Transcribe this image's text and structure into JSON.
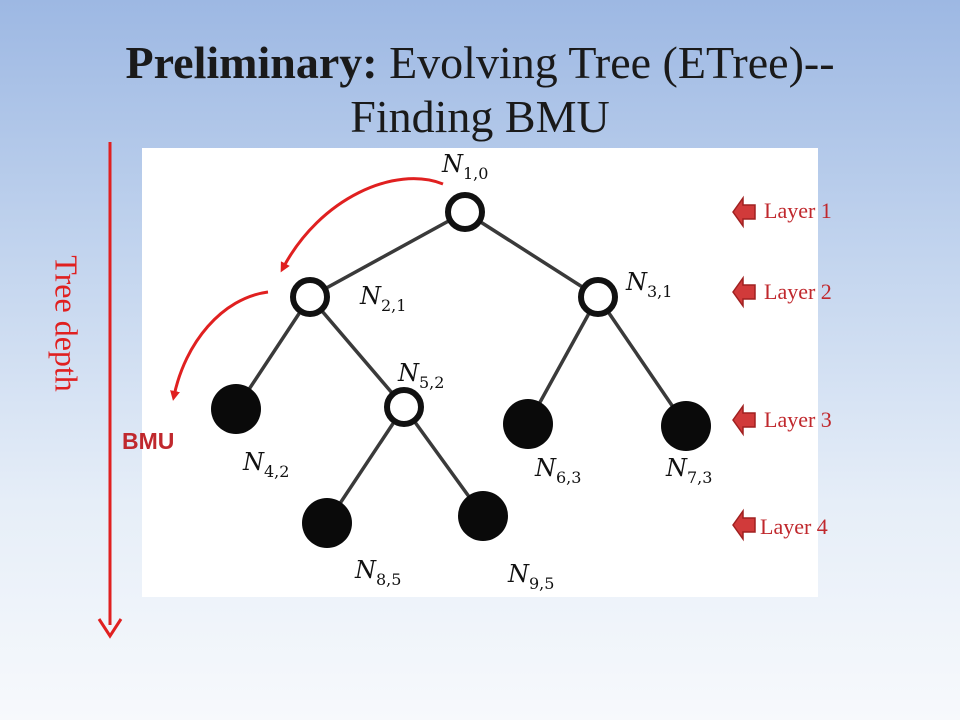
{
  "slide": {
    "title_bold": "Preliminary:",
    "title_line1": "Evolving Tree (ETree)--",
    "title_line2": "Finding BMU",
    "axis_label": "Tree depth",
    "bmu_label": "BMU",
    "accent_color": "#e02020"
  },
  "layers": [
    {
      "label": "Layer 1"
    },
    {
      "label": "Layer 2"
    },
    {
      "label": "Layer 3"
    },
    {
      "label": "Layer 4"
    }
  ],
  "nodes": [
    {
      "id": "1,0",
      "sub": "1,0",
      "type": "open"
    },
    {
      "id": "2,1",
      "sub": "2,1",
      "type": "open"
    },
    {
      "id": "3,1",
      "sub": "3,1",
      "type": "open"
    },
    {
      "id": "4,2",
      "sub": "4,2",
      "type": "filled"
    },
    {
      "id": "5,2",
      "sub": "5,2",
      "type": "open"
    },
    {
      "id": "6,3",
      "sub": "6,3",
      "type": "filled"
    },
    {
      "id": "7,3",
      "sub": "7,3",
      "type": "filled"
    },
    {
      "id": "8,5",
      "sub": "8,5",
      "type": "filled"
    },
    {
      "id": "9,5",
      "sub": "9,5",
      "type": "filled"
    }
  ],
  "edges": [
    [
      "1,0",
      "2,1"
    ],
    [
      "1,0",
      "3,1"
    ],
    [
      "2,1",
      "4,2"
    ],
    [
      "2,1",
      "5,2"
    ],
    [
      "3,1",
      "6,3"
    ],
    [
      "3,1",
      "7,3"
    ],
    [
      "5,2",
      "8,5"
    ],
    [
      "5,2",
      "9,5"
    ]
  ]
}
